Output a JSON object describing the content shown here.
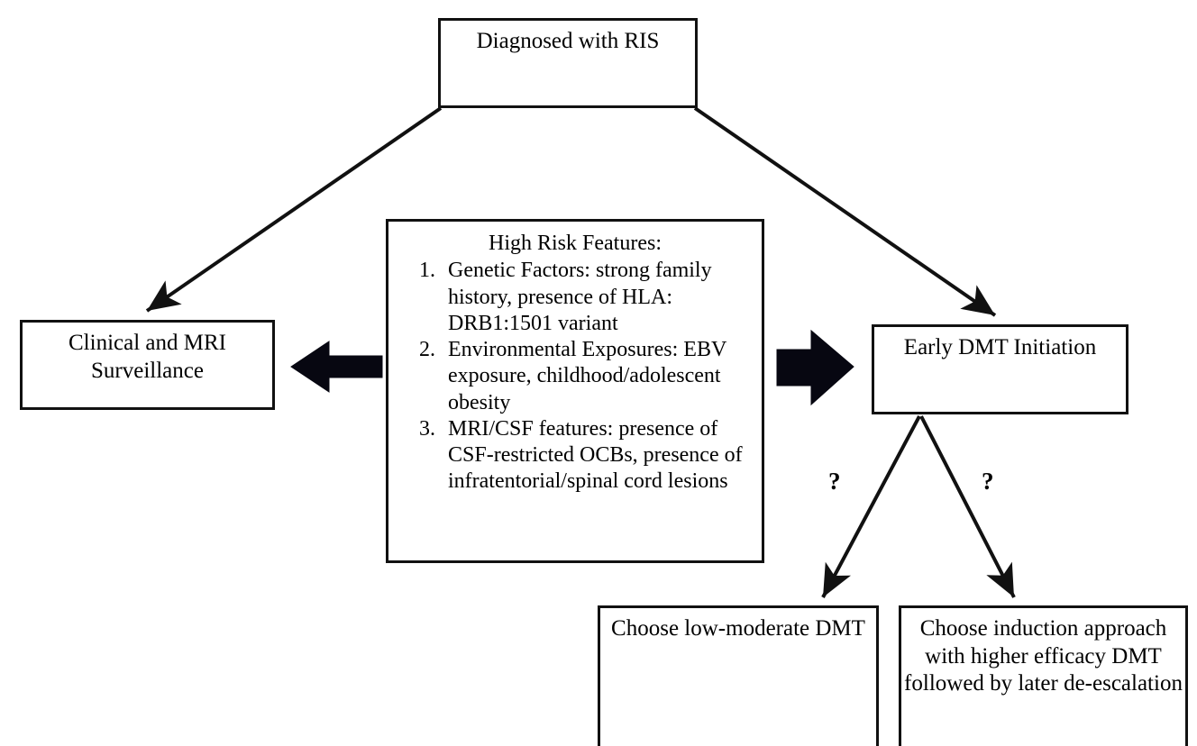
{
  "diagram": {
    "title": "Diagnosed with RIS management pathway",
    "type": "flowchart",
    "colors": {
      "stroke": "#111111",
      "fill": "#ffffff",
      "text": "#000000"
    },
    "nodes": {
      "top": {
        "label": "Diagnosed with RIS"
      },
      "left": {
        "label": "Clinical and MRI Surveillance"
      },
      "right": {
        "label": "Early DMT Initiation"
      },
      "bottom_left": {
        "label": "Choose low-moderate DMT"
      },
      "bottom_right": {
        "label": "Choose induction approach with higher efficacy DMT followed by later de-escalation"
      },
      "center": {
        "heading": "High Risk Features:",
        "items": [
          "Genetic Factors: strong family history, presence of HLA: DRB1:1501 variant",
          "Environmental Exposures: EBV exposure, childhood/adolescent obesity",
          "MRI/CSF features: presence of CSF-restricted OCBs, presence of infratentorial/spinal cord lesions"
        ]
      }
    },
    "edge_labels": {
      "left_branch": "?",
      "right_branch": "?"
    }
  }
}
